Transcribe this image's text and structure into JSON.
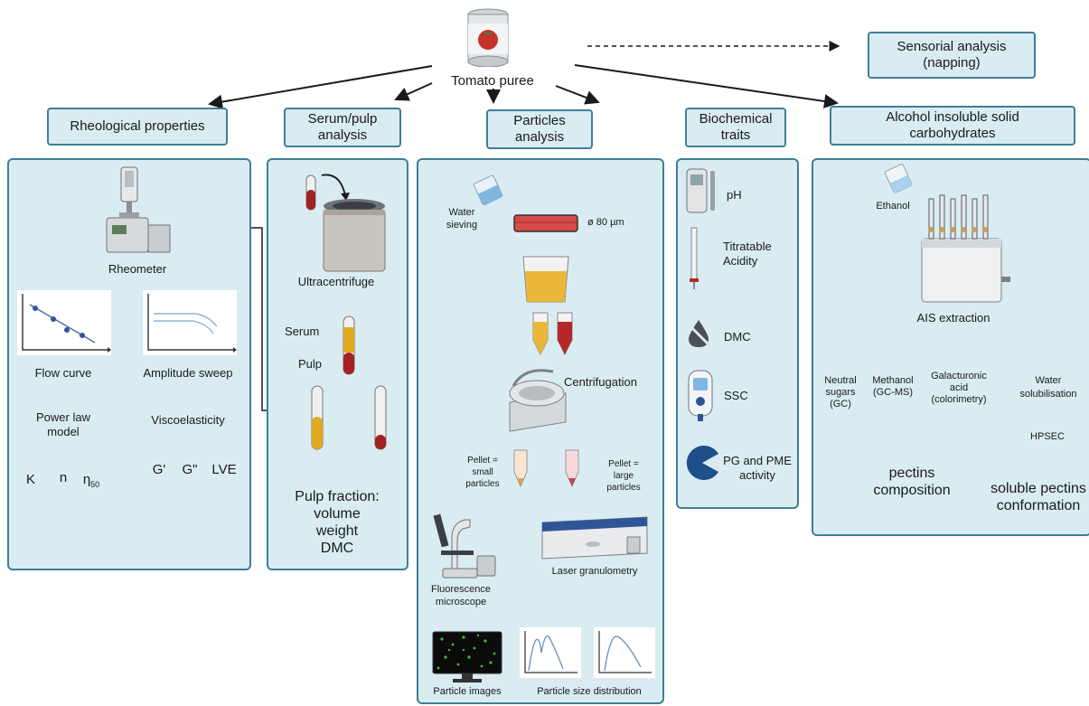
{
  "root": {
    "label": "Tomato puree"
  },
  "sensorial": {
    "label_line1": "Sensorial analysis",
    "label_line2": "(napping)"
  },
  "rheo": {
    "header": "Rheological properties",
    "rheometer": "Rheometer",
    "flow_curve": "Flow curve",
    "power_law_1": "Power law",
    "power_law_2": "model",
    "amplitude_sweep": "Amplitude sweep",
    "viscoelasticity": "Viscoelasticity",
    "param_k": "K",
    "param_n": "n",
    "param_eta": "η",
    "param_eta_sub": "50",
    "param_g1": "G'",
    "param_g2": "G\"",
    "param_lve": "LVE"
  },
  "serum": {
    "header_line1": "Serum/pulp",
    "header_line2": "analysis",
    "ultracentrifuge": "Ultracentrifuge",
    "serum": "Serum",
    "pulp": "Pulp",
    "fraction_line1": "Pulp fraction:",
    "fraction_line2": "volume",
    "fraction_line3": "weight",
    "fraction_line4": "DMC"
  },
  "particles": {
    "header_line1": "Particles",
    "header_line2": "analysis",
    "water_sieving_1": "Water",
    "water_sieving_2": "sieving",
    "mesh": "ø 80 µm",
    "centrifugation": "Centrifugation",
    "pellet_small_1": "Pellet =",
    "pellet_small_2": "small",
    "pellet_small_3": "particles",
    "pellet_large_1": "Pellet =",
    "pellet_large_2": "large",
    "pellet_large_3": "particles",
    "microscope_1": "Fluorescence",
    "microscope_2": "microscope",
    "laser": "Laser granulometry",
    "images": "Particle images",
    "distribution": "Particle size distribution"
  },
  "biochem": {
    "header_line1": "Biochemical",
    "header_line2": "traits",
    "ph": "pH",
    "titratable_1": "Titratable",
    "titratable_2": "Acidity",
    "dmc": "DMC",
    "ssc": "SSC",
    "pg_1": "PG and PME",
    "pg_2": "activity"
  },
  "ais": {
    "header_line1": "Alcohol insoluble solid",
    "header_line2": "carbohydrates",
    "ethanol": "Ethanol",
    "extraction": "AIS extraction",
    "neutral_1": "Neutral",
    "neutral_2": "sugars",
    "neutral_3": "(GC)",
    "methanol_1": "Methanol",
    "methanol_2": "(GC-MS)",
    "galact_1": "Galacturonic",
    "galact_2": "acid",
    "galact_3": "(colorimetry)",
    "water_1": "Water",
    "water_2": "solubilisation",
    "hpsec": "HPSEC",
    "pectins_1": "pectins",
    "pectins_2": "composition",
    "soluble_1": "soluble pectins",
    "soluble_2": "conformation"
  },
  "colors": {
    "panel_fill": "#d9ecf2",
    "panel_border": "#3f7f96",
    "tomato": "#c8302a",
    "serum": "#e2a81f",
    "pulp": "#a32025"
  },
  "icons": [
    "tomato-can-icon",
    "rheometer-icon",
    "flow-curve-plot-icon",
    "amplitude-sweep-plot-icon",
    "ultracentrifuge-icon",
    "tube-icon",
    "beaker-icon",
    "sieve-icon",
    "centrifuge-icon",
    "microscope-icon",
    "laser-granulometer-icon",
    "monitor-icon",
    "distribution-plot-icon",
    "ph-meter-icon",
    "burette-icon",
    "drop-icon",
    "glucometer-icon",
    "pacman-icon",
    "ethanol-beaker-icon",
    "ais-extractor-icon"
  ]
}
